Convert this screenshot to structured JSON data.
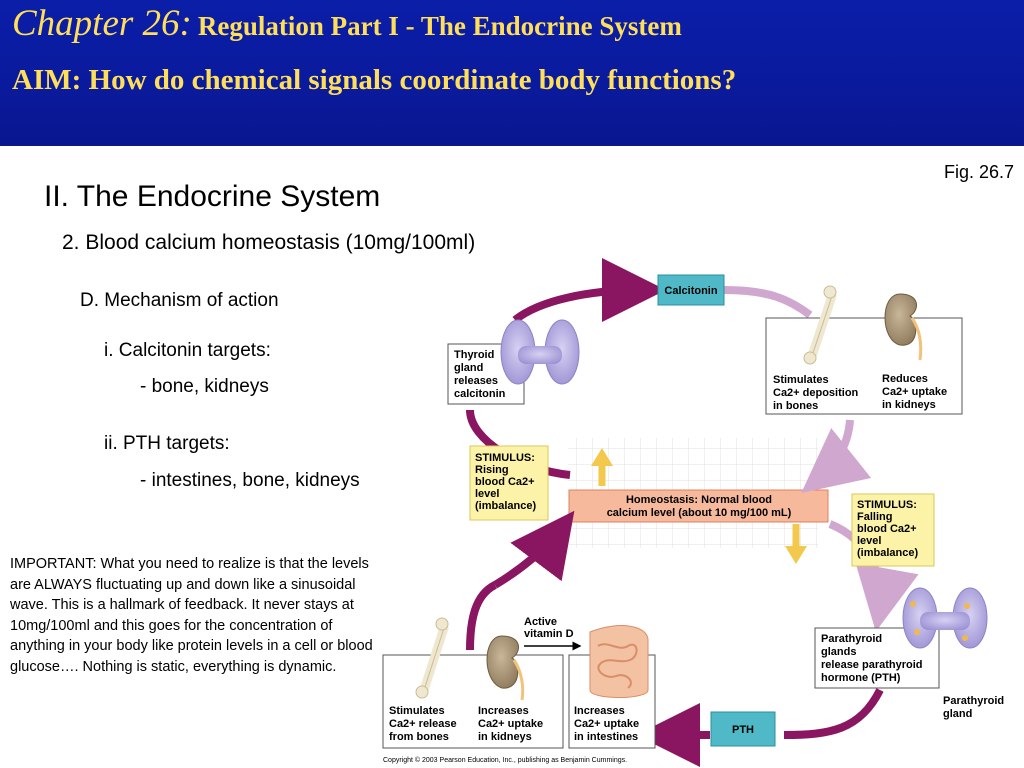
{
  "header": {
    "chapter_number": "Chapter 26:",
    "chapter_title": "Regulation Part I - The Endocrine System",
    "aim": "AIM: How do chemical signals coordinate body functions?"
  },
  "figure_label": "Fig. 26.7",
  "outline": {
    "section": "II. The Endocrine System",
    "topic": "2. Blood calcium homeostasis (10mg/100ml)",
    "subtopic": "D. Mechanism of action",
    "item1": "i. Calcitonin targets:",
    "item1_targets": "- bone, kidneys",
    "item2": "ii. PTH targets:",
    "item2_targets": "- intestines, bone, kidneys"
  },
  "note": "IMPORTANT: What you need to realize is that the levels are ALWAYS fluctuating up and down like a sinusoidal wave. This is a hallmark of feedback. It never stays at 10mg/100ml and this goes for the concentration of anything in your body like protein levels in a cell or blood glucose…. Nothing is static, everything is dynamic.",
  "diagram": {
    "calcitonin": "Calcitonin",
    "pth": "PTH",
    "thyroid_l1": "Thyroid",
    "thyroid_l2": "gland",
    "thyroid_l3": "releases",
    "thyroid_l4": "calcitonin",
    "bone_top_l1": "Stimulates",
    "bone_top_l2": "Ca2+ deposition",
    "bone_top_l3": "in bones",
    "kidney_top_l1": "Reduces",
    "kidney_top_l2": "Ca2+ uptake",
    "kidney_top_l3": "in kidneys",
    "stim_rise_l1": "STIMULUS:",
    "stim_rise_l2": "Rising",
    "stim_rise_l3": "blood Ca2+",
    "stim_rise_l4": "level",
    "stim_rise_l5": "(imbalance)",
    "homeo_l1": "Homeostasis: Normal blood",
    "homeo_l2": "calcium level (about 10 mg/100 mL)",
    "stim_fall_l1": "STIMULUS:",
    "stim_fall_l2": "Falling",
    "stim_fall_l3": "blood Ca2+",
    "stim_fall_l4": "level",
    "stim_fall_l5": "(imbalance)",
    "para_l1": "Parathyroid",
    "para_l2": "glands",
    "para_l3": "release parathyroid",
    "para_l4": "hormone (PTH)",
    "para_gland_l1": "Parathyroid",
    "para_gland_l2": "gland",
    "vitd_l1": "Active",
    "vitd_l2": "vitamin D",
    "bone_bot_l1": "Stimulates",
    "bone_bot_l2": "Ca2+ release",
    "bone_bot_l3": "from bones",
    "kidney_bot_l1": "Increases",
    "kidney_bot_l2": "Ca2+ uptake",
    "kidney_bot_l3": "in kidneys",
    "intest_l1": "Increases",
    "intest_l2": "Ca2+ uptake",
    "intest_l3": "in intestines",
    "copyright": "Copyright © 2003 Pearson Education, Inc., publishing as Benjamin Cummings."
  }
}
